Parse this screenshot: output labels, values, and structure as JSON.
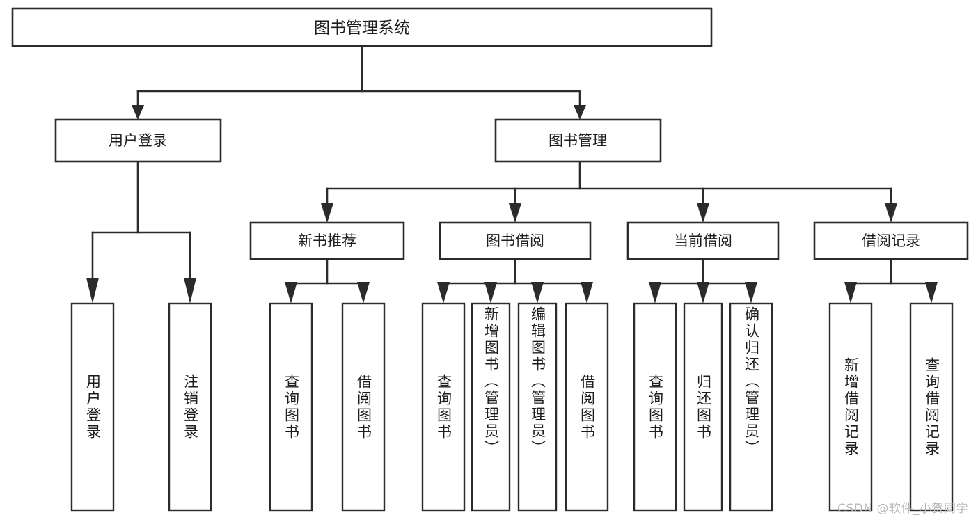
{
  "diagram": {
    "title": "图书管理系统",
    "type": "tree-hierarchy-diagram",
    "colors": {
      "stroke": "#2b2b2b",
      "fill": "#ffffff",
      "text": "#1d1d1d",
      "watermark": "#b9b9b9",
      "background": "#ffffff"
    }
  },
  "root": {
    "label": "图书管理系统"
  },
  "level1": [
    {
      "label": "用户登录"
    },
    {
      "label": "图书管理"
    }
  ],
  "level2": [
    {
      "label": "新书推荐"
    },
    {
      "label": "图书借阅"
    },
    {
      "label": "当前借阅"
    },
    {
      "label": "借阅记录"
    }
  ],
  "leaves": {
    "user_login": [
      {
        "label": "用户登录"
      },
      {
        "label": "注销登录"
      }
    ],
    "new_book_recommend": [
      {
        "label": "查询图书"
      },
      {
        "label": "借阅图书"
      }
    ],
    "book_borrow": [
      {
        "label": "查询图书"
      },
      {
        "label": "新增图书（管理员）"
      },
      {
        "label": "编辑图书（管理员）"
      },
      {
        "label": "借阅图书"
      }
    ],
    "current_borrow": [
      {
        "label": "查询图书"
      },
      {
        "label": "归还图书"
      },
      {
        "label": "确认归还（管理员）"
      }
    ],
    "borrow_record": [
      {
        "label": "新增借阅记录"
      },
      {
        "label": "查询借阅记录"
      }
    ]
  },
  "watermark": {
    "text": "CSDN @软件_小贺同学"
  }
}
